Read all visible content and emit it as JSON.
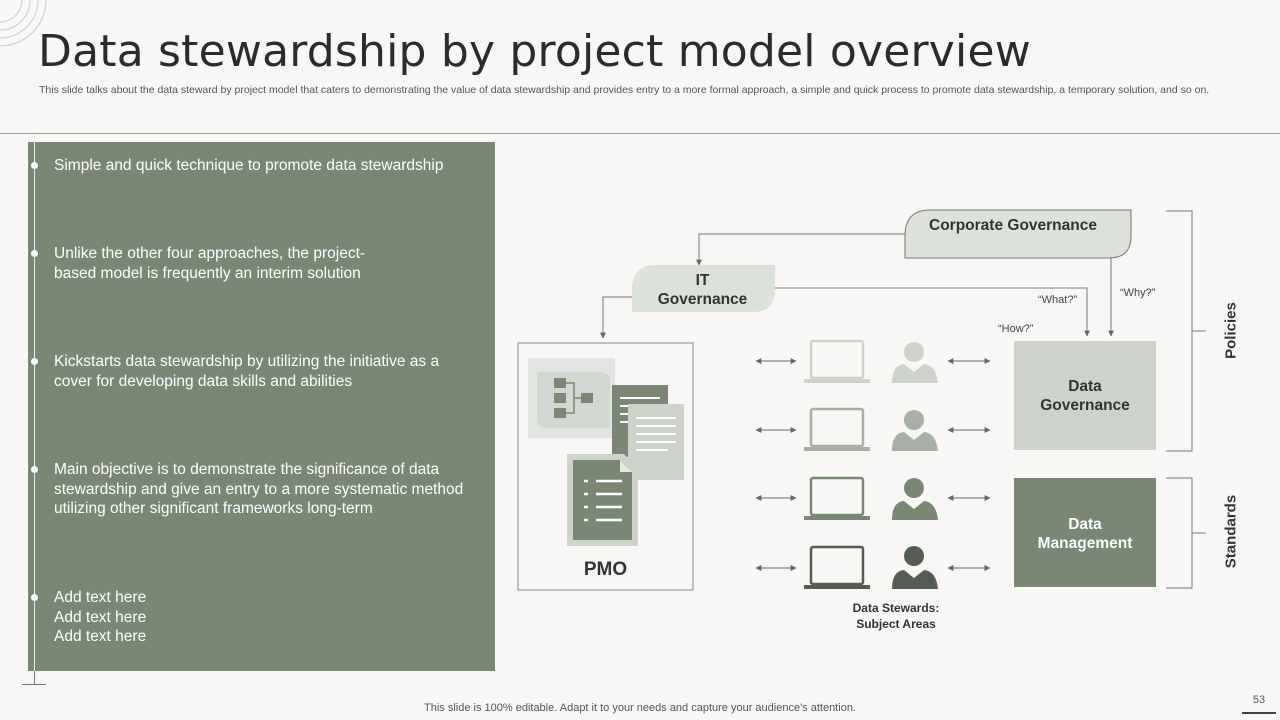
{
  "slide": {
    "title": "Data stewardship by project model overview",
    "subtitle": "This slide talks about the data steward by project model that caters to demonstrating the value of data stewardship and provides entry to a more formal approach, a simple and quick process to promote data stewardship, a temporary solution, and so on.",
    "footer": "This slide is 100% editable. Adapt it to your needs and capture your audience's attention.",
    "page_number": "53"
  },
  "left_panel": {
    "bullets": [
      "Simple and quick technique to promote data stewardship",
      "Unlike the other four approaches, the project-based model is frequently  an interim solution",
      "Kickstarts data stewardship by utilizing the initiative as a cover for developing data skills and abilities",
      "Main objective is to demonstrate the significance of data stewardship and give an entry to a more systematic method utilizing other significant frameworks long-term",
      "Add text here\nAdd text here\nAdd text here"
    ]
  },
  "diagram": {
    "corporate_governance": "Corporate Governance",
    "it_governance": "IT Governance",
    "pmo": "PMO",
    "data_governance": "Data Governance",
    "data_management": "Data Management",
    "what": "“What?”",
    "why": "“Why?”",
    "how": "“How?”",
    "stewards_label": "Data Stewards: Subject Areas",
    "policies": "Policies",
    "standards": "Standards"
  },
  "colors": {
    "panel_green": "#7a8775",
    "light_box": "#cdd2cb",
    "dark_box": "#7a8775",
    "pale_tab": "#dde1dc"
  },
  "icons": [
    "laptop-icon",
    "person-icon",
    "flowchart-icon",
    "document-icon",
    "double-arrow-icon"
  ]
}
